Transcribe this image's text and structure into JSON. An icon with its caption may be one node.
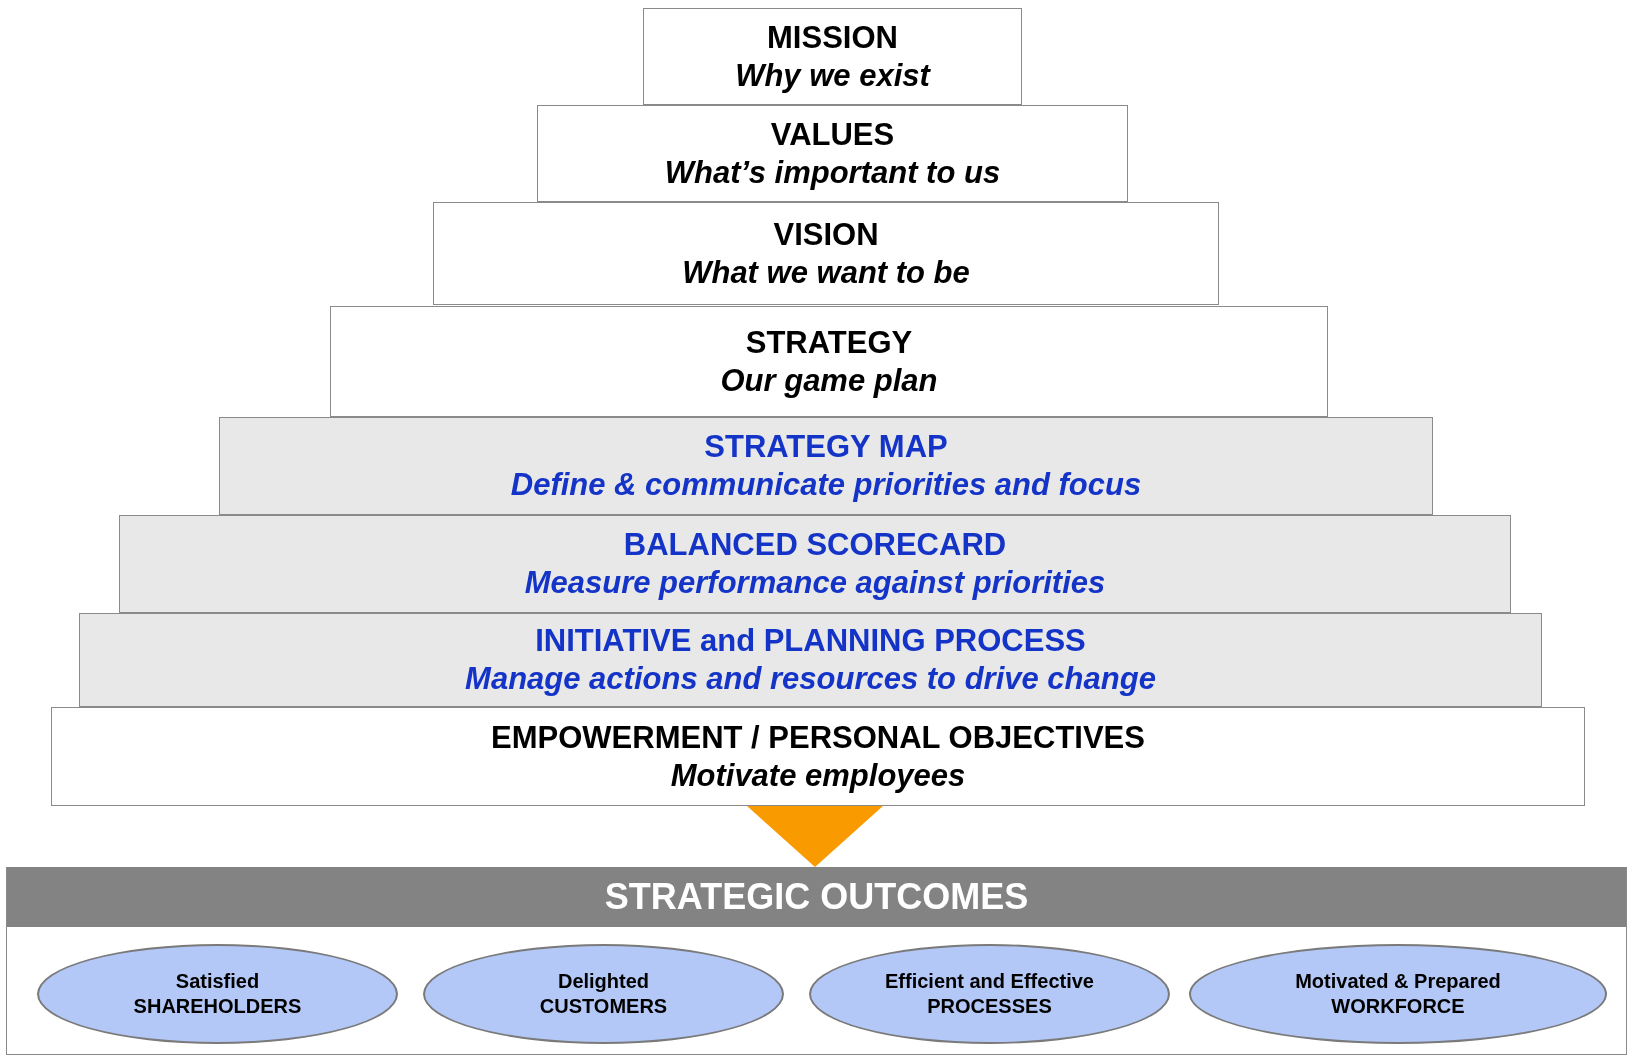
{
  "diagram": {
    "nodes": [
      {
        "text": [
          "MISSION",
          "Why we exist"
        ]
      },
      {
        "text": [
          "VALUES",
          "What’s important to us"
        ]
      },
      {
        "text": [
          "VISION",
          "What we want to be"
        ]
      },
      {
        "text": [
          "STRATEGY",
          "Our game plan"
        ]
      },
      {
        "text": [
          "STRATEGY MAP",
          "Define & communicate priorities and focus"
        ]
      },
      {
        "text": [
          "BALANCED SCORECARD",
          "Measure performance against priorities"
        ]
      },
      {
        "text": [
          "INITIATIVE and PLANNING PROCESS",
          "Manage actions and resources to drive change"
        ]
      },
      {
        "text": [
          "EMPOWERMENT / PERSONAL OBJECTIVES",
          "Motivate employees"
        ]
      },
      {
        "text": [
          "STRATEGIC OUTCOMES"
        ]
      },
      {
        "text": [
          "Satisfied SHAREHOLDERS"
        ],
        "in": 8
      },
      {
        "text": [
          "Delighted CUSTOMERS"
        ],
        "in": 8
      },
      {
        "text": [
          "Efficient and Effective PROCESSES"
        ],
        "in": 8
      },
      {
        "text": [
          "Motivated & Prepared WORKFORCE"
        ],
        "in": 8
      }
    ],
    "edges": [
      {
        "from": 7,
        "to": 8,
        "arrow": "to",
        "color": "#f99b00"
      }
    ]
  }
}
